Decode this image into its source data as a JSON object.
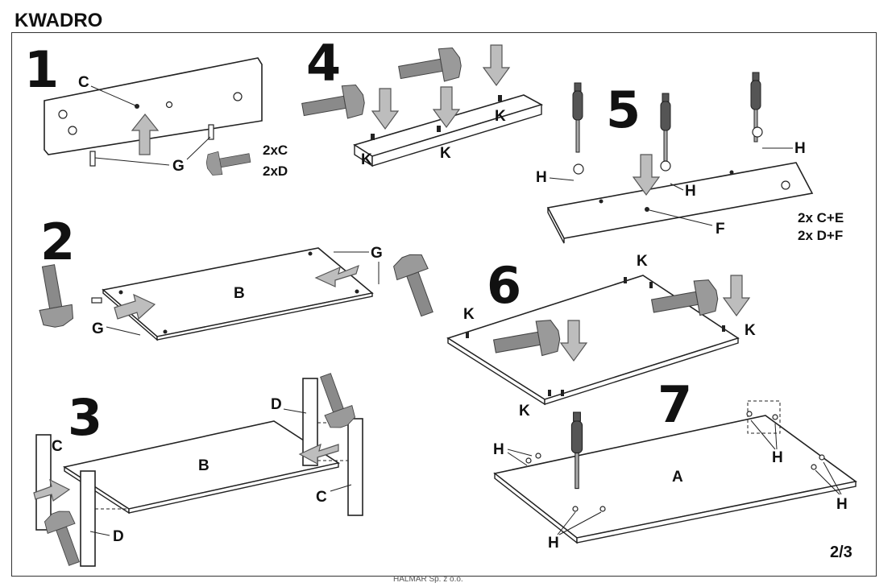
{
  "header": {
    "title": "KWADRO"
  },
  "steps": [
    {
      "number": "1",
      "labels": [
        "C",
        "G"
      ],
      "quantities": [
        "2xC",
        "2xD"
      ]
    },
    {
      "number": "2",
      "labels": [
        "B",
        "G",
        "G"
      ]
    },
    {
      "number": "3",
      "labels": [
        "D",
        "C",
        "B",
        "C",
        "D"
      ]
    },
    {
      "number": "4",
      "labels": [
        "K",
        "K",
        "K"
      ]
    },
    {
      "number": "5",
      "labels": [
        "H",
        "H",
        "H",
        "F"
      ],
      "quantities": [
        "2x C+E",
        "2x D+F"
      ]
    },
    {
      "number": "6",
      "labels": [
        "K",
        "K",
        "K",
        "K"
      ]
    },
    {
      "number": "7",
      "labels": [
        "H",
        "H",
        "A",
        "H",
        "H"
      ]
    }
  ],
  "page_indicator": "2/3",
  "footer": "HALMAR Sp. z o.o."
}
